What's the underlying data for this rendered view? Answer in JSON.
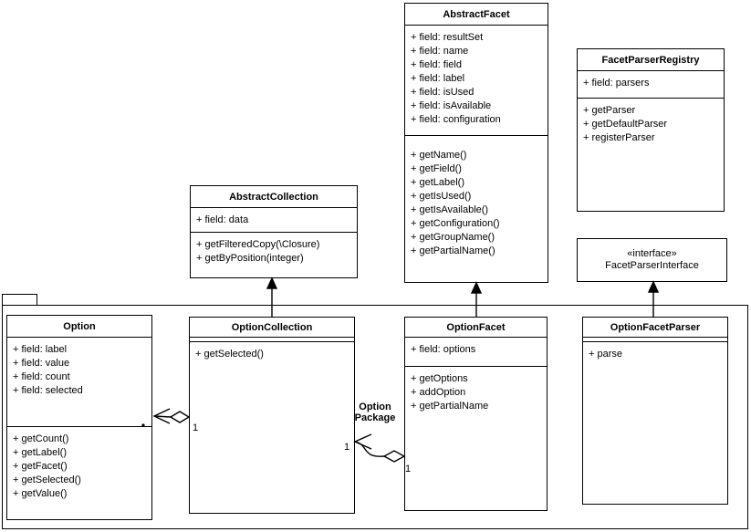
{
  "diagram": {
    "background_color": "#ffffff",
    "line_color": "#000000",
    "text_color": "#000000",
    "classes": {
      "abstract_facet": {
        "title": "AbstractFacet",
        "fields": [
          "+ field: resultSet",
          "+ field: name",
          "+ field: field",
          "+ field: label",
          "+ field: isUsed",
          "+ field: isAvailable",
          "+ field: configuration"
        ],
        "methods": [
          "+ getName()",
          "+ getField()",
          "+ getLabel()",
          "+ getIsUsed()",
          "+ getIsAvailable()",
          "+ getConfiguration()",
          "+ getGroupName()",
          "+ getPartialName()"
        ]
      },
      "facet_parser_registry": {
        "title": "FacetParserRegistry",
        "fields": [
          "+ field: parsers"
        ],
        "methods": [
          "+ getParser",
          "+ getDefaultParser",
          "+ registerParser"
        ]
      },
      "abstract_collection": {
        "title": "AbstractCollection",
        "fields": [
          "+ field: data"
        ],
        "methods": [
          "+ getFilteredCopy(\\Closure)",
          "+ getByPosition(integer)"
        ]
      },
      "option": {
        "title": "Option",
        "fields": [
          "+ field: label",
          "+ field: value",
          "+ field: count",
          "+ field: selected"
        ],
        "methods": [
          "+ getCount()",
          "+ getLabel()",
          "+ getFacet()",
          "+ getSelected()",
          "+ getValue()"
        ]
      },
      "option_collection": {
        "title": "OptionCollection",
        "fields": [],
        "methods": [
          "+ getSelected()"
        ]
      },
      "option_facet": {
        "title": "OptionFacet",
        "fields": [
          "+ field: options"
        ],
        "methods": [
          "+ getOptions",
          "+ addOption",
          "+ getPartialName"
        ]
      },
      "option_facet_parser": {
        "title": "OptionFacetParser",
        "fields": [],
        "methods": [
          "+ parse"
        ]
      }
    },
    "interface_box": {
      "stereotype": "«interface»",
      "name": "FacetParserInterface"
    },
    "labels": {
      "option_package": "Option Package",
      "mult_option_side": "1",
      "mult_collection_right": "1",
      "mult_facet_left": "1"
    }
  }
}
